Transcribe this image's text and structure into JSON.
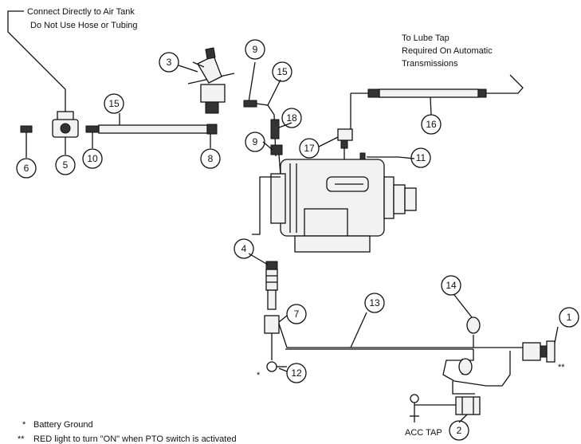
{
  "notes": {
    "air_tank_1": "Connect Directly to Air Tank",
    "air_tank_2": "Do Not Use Hose or Tubing",
    "lube_1": "To Lube Tap",
    "lube_2": "Required On Automatic",
    "lube_3": "Transmissions",
    "acc_tap": "ACC TAP",
    "star_symbol": "*",
    "double_star_symbol": "**"
  },
  "legend": {
    "battery_ground_symbol": "*",
    "battery_ground_text": "Battery Ground",
    "red_light_symbol": "**",
    "red_light_text": "RED light to turn \"ON\" when PTO switch is activated"
  },
  "callouts": {
    "c1": "1",
    "c2": "2",
    "c3": "3",
    "c4": "4",
    "c5": "5",
    "c6": "6",
    "c7": "7",
    "c8": "8",
    "c9a": "9",
    "c9b": "9",
    "c10": "10",
    "c11": "11",
    "c12": "12",
    "c13": "13",
    "c14": "14",
    "c15a": "15",
    "c15b": "15",
    "c16": "16",
    "c17": "17",
    "c18": "18"
  }
}
